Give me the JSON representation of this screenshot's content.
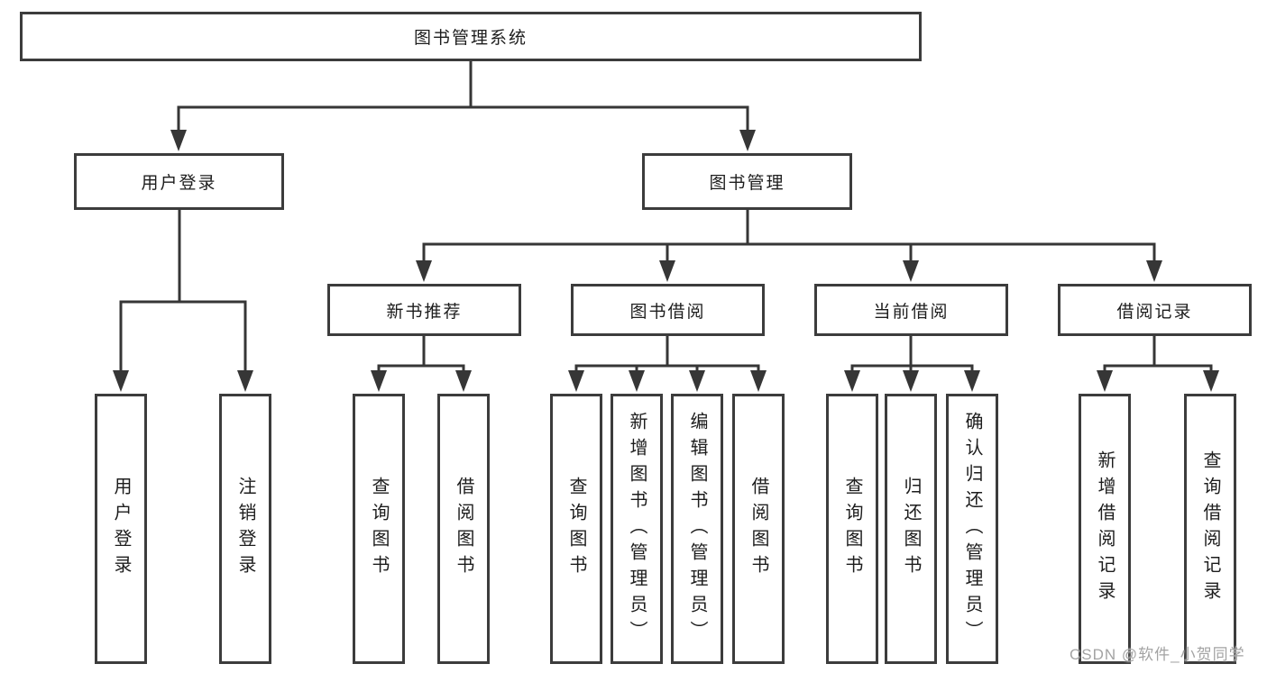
{
  "diagram": {
    "root": "图书管理系统",
    "branches": {
      "user_login": {
        "label": "用户登录",
        "children": {
          "login": "用户登录",
          "logout": "注销登录"
        }
      },
      "book_management": {
        "label": "图书管理",
        "children": {
          "new_recommend": {
            "label": "新书推荐",
            "children": {
              "query": "查询图书",
              "borrow": "借阅图书"
            }
          },
          "book_borrow": {
            "label": "图书借阅",
            "children": {
              "query": "查询图书",
              "add": "新增图书（管理员）",
              "edit": "编辑图书（管理员）",
              "borrow": "借阅图书"
            }
          },
          "current_borrow": {
            "label": "当前借阅",
            "children": {
              "query": "查询图书",
              "return": "归还图书",
              "confirm_return": "确认归还（管理员）"
            }
          },
          "borrow_records": {
            "label": "借阅记录",
            "children": {
              "add_record": "新增借阅记录",
              "query_record": "查询借阅记录"
            }
          }
        }
      }
    }
  },
  "watermark": "CSDN @软件_小贺同学",
  "colors": {
    "line": "#363636",
    "box_border": "#3c3c3c",
    "text": "#1d1d1d",
    "watermark": "#a3a3a3",
    "background": "#ffffff"
  }
}
